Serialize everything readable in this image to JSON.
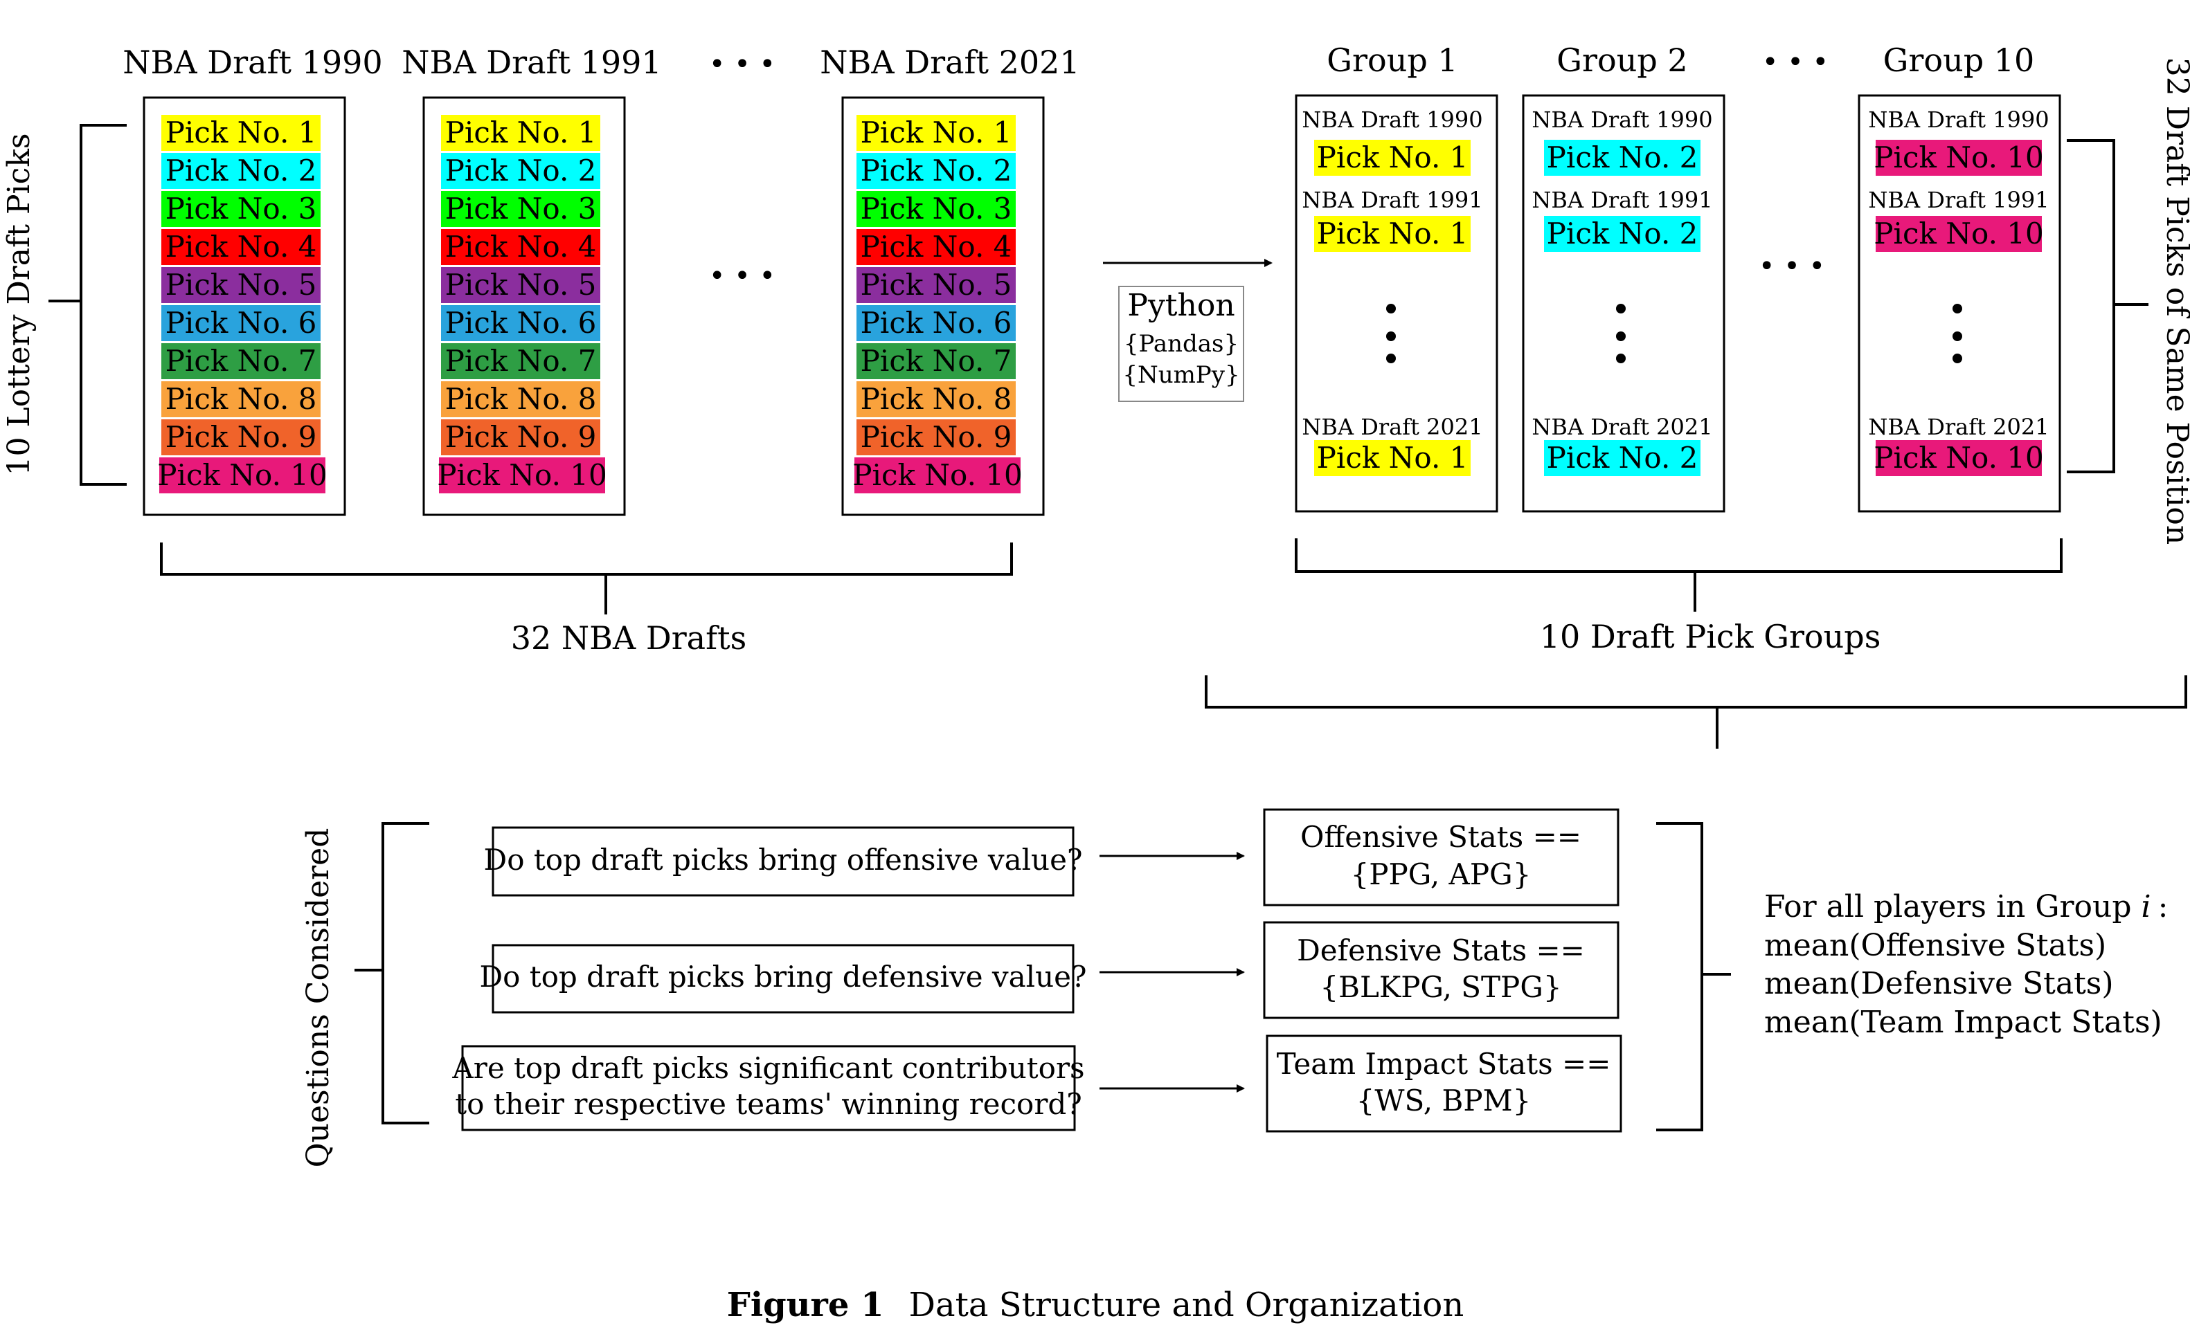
{
  "drafts": {
    "columns": [
      {
        "title": "NBA Draft 1990"
      },
      {
        "title": "NBA Draft 1991"
      },
      {
        "title": "NBA Draft 2021"
      }
    ],
    "ellipsis": "• • •",
    "picks": [
      "Pick No. 1",
      "Pick No. 2",
      "Pick No. 3",
      "Pick No. 4",
      "Pick No. 5",
      "Pick No. 6",
      "Pick No. 7",
      "Pick No. 8",
      "Pick No. 9",
      "Pick No. 10"
    ],
    "pick_colors": [
      "#ffff00",
      "#00ffff",
      "#00ff00",
      "#ff0000",
      "#8b2e9e",
      "#29a3dd",
      "#2e9e44",
      "#f9a23c",
      "#f0632a",
      "#e8197a"
    ],
    "left_brace_label": "10 Lottery Draft Picks",
    "bottom_label": "32 NBA Drafts"
  },
  "transform": {
    "python": "Python",
    "lib1": "{Pandas}",
    "lib2": "{NumPy}"
  },
  "groups": {
    "columns": [
      {
        "title": "Group 1",
        "pick": "Pick No. 1",
        "color": "#ffff00"
      },
      {
        "title": "Group 2",
        "pick": "Pick No. 2",
        "color": "#00ffff"
      },
      {
        "title": "Group 10",
        "pick": "Pick No. 10",
        "color": "#e8197a"
      }
    ],
    "years": [
      "NBA Draft 1990",
      "NBA Draft 1991",
      "NBA Draft 2021"
    ],
    "right_brace_label": "32 Draft Picks of Same Position",
    "bottom_label": "10 Draft Pick Groups"
  },
  "questions": {
    "side_label": "Questions Considered",
    "items": [
      {
        "q1": "Do top draft picks bring offensive value?",
        "q2": "",
        "stat1": "Offensive Stats ==",
        "stat2": "{PPG, APG}"
      },
      {
        "q1": "Do top draft picks bring defensive value?",
        "q2": "",
        "stat1": "Defensive Stats ==",
        "stat2": "{BLKPG, STPG}"
      },
      {
        "q1": "Are top draft picks significant contributors",
        "q2": "to their respective teams' winning record?",
        "stat1": "Team Impact Stats ==",
        "stat2": "{WS, BPM}"
      }
    ],
    "summary": [
      "For all players in Group",
      "mean(Offensive Stats)",
      "mean(Defensive Stats)",
      "mean(Team Impact Stats)"
    ],
    "summary_var": "i",
    "summary_colon": ":"
  },
  "caption": {
    "label": "Figure 1",
    "text": "Data Structure and Organization"
  }
}
